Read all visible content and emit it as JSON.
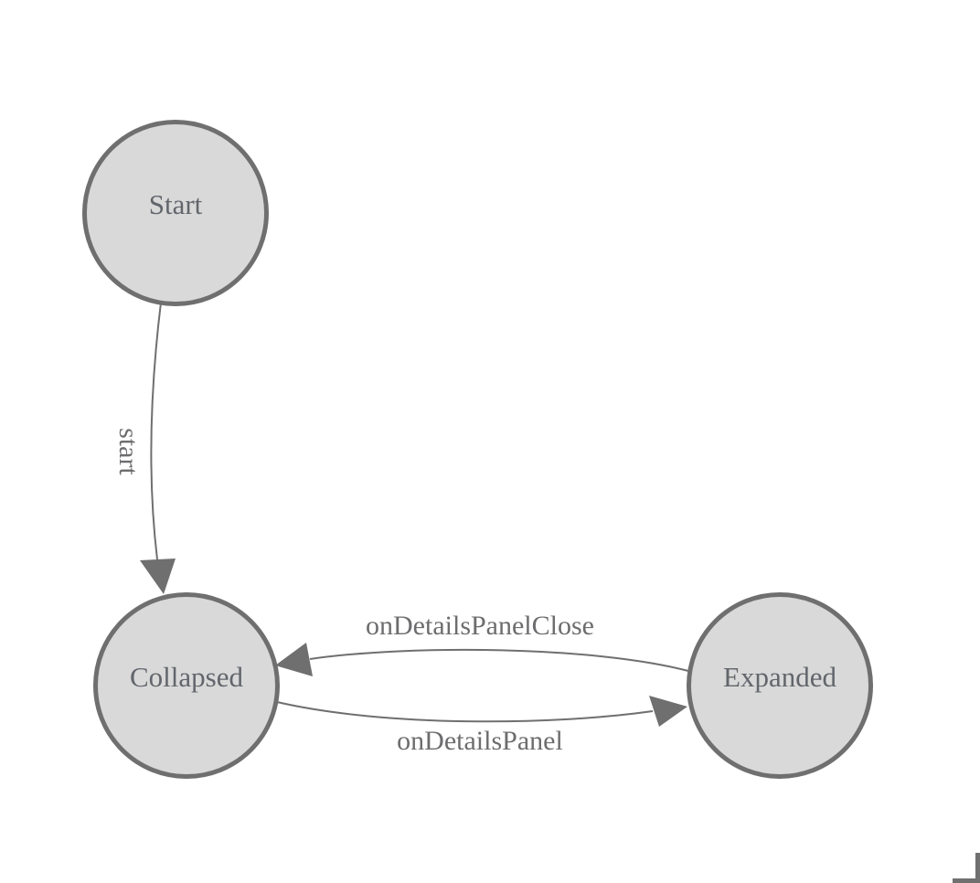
{
  "diagram": {
    "type": "state-machine",
    "colors": {
      "background": "#ffffff",
      "node_fill": "#d9d9d9",
      "node_border": "#6f6f6f",
      "edge": "#6f6f6f",
      "node_text": "#62666c",
      "edge_text": "#6d6d6f"
    },
    "nodes": [
      {
        "id": "start",
        "label": "Start"
      },
      {
        "id": "collapsed",
        "label": "Collapsed"
      },
      {
        "id": "expanded",
        "label": "Expanded"
      }
    ],
    "edges": [
      {
        "from": "Start",
        "to": "Collapsed",
        "label": "start",
        "label_rotation_deg": 90
      },
      {
        "from": "Expanded",
        "to": "Collapsed",
        "label": "onDetailsPanelClose"
      },
      {
        "from": "Collapsed",
        "to": "Expanded",
        "label": "onDetailsPanel"
      }
    ]
  }
}
